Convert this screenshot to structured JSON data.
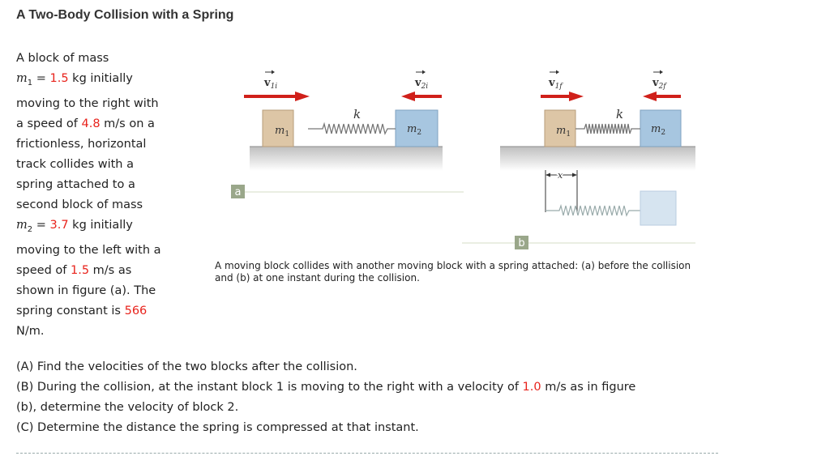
{
  "title": "A Two-Body Collision with a Spring",
  "problem": {
    "l1": "A block of mass",
    "m1_sym": "m",
    "m1_sub": "1",
    "m1_eq": " = ",
    "m1_val": "1.5",
    "m1_unit": " kg initially",
    "l3": "moving to the right with",
    "l4_pre": "a speed of ",
    "v1_val": "4.8",
    "l4_post": " m/s on a",
    "l5": "frictionless, horizontal",
    "l6": "track collides with a",
    "l7": "spring attached to a",
    "l8": "second block of mass",
    "m2_sym": "m",
    "m2_sub": "2",
    "m2_eq": " = ",
    "m2_val": "3.7",
    "m2_unit": " kg initially",
    "l10": "moving to the left with a",
    "l11_pre": "speed of ",
    "v2_val": "1.5",
    "l11_post": " m/s as",
    "l12": "shown in figure (a). The",
    "l13_pre": "spring constant is ",
    "k_val": "566",
    "l14": "N/m."
  },
  "figure": {
    "label_a": "a",
    "label_b": "b",
    "v1i": "v",
    "v1i_sub": "1i",
    "v2i": "v",
    "v2i_sub": "2i",
    "v1f": "v",
    "v1f_sub": "1f",
    "v2f": "v",
    "v2f_sub": "2f",
    "k": "k",
    "m1": "m",
    "m1_sub": "1",
    "m2": "m",
    "m2_sub": "2",
    "x": "x",
    "caption": "A moving block collides with another moving block with a spring attached: (a) before the collision and (b) at one instant during the collision."
  },
  "questions": {
    "a": "(A) Find the velocities of the two blocks after the collision.",
    "b_pre": "(B) During the collision, at the instant block 1 is moving to the right with a velocity of ",
    "b_val": "1.0",
    "b_post": " m/s as in figure",
    "b_cont": "(b), determine the velocity of block 2.",
    "c": "(C) Determine the distance the spring is compressed at that instant."
  },
  "colors": {
    "accent_red": "#e8231c",
    "block1": "#ddc6a6",
    "block2": "#a7c6e0",
    "track": "#c9c9c9",
    "arrow": "#d0201a"
  }
}
